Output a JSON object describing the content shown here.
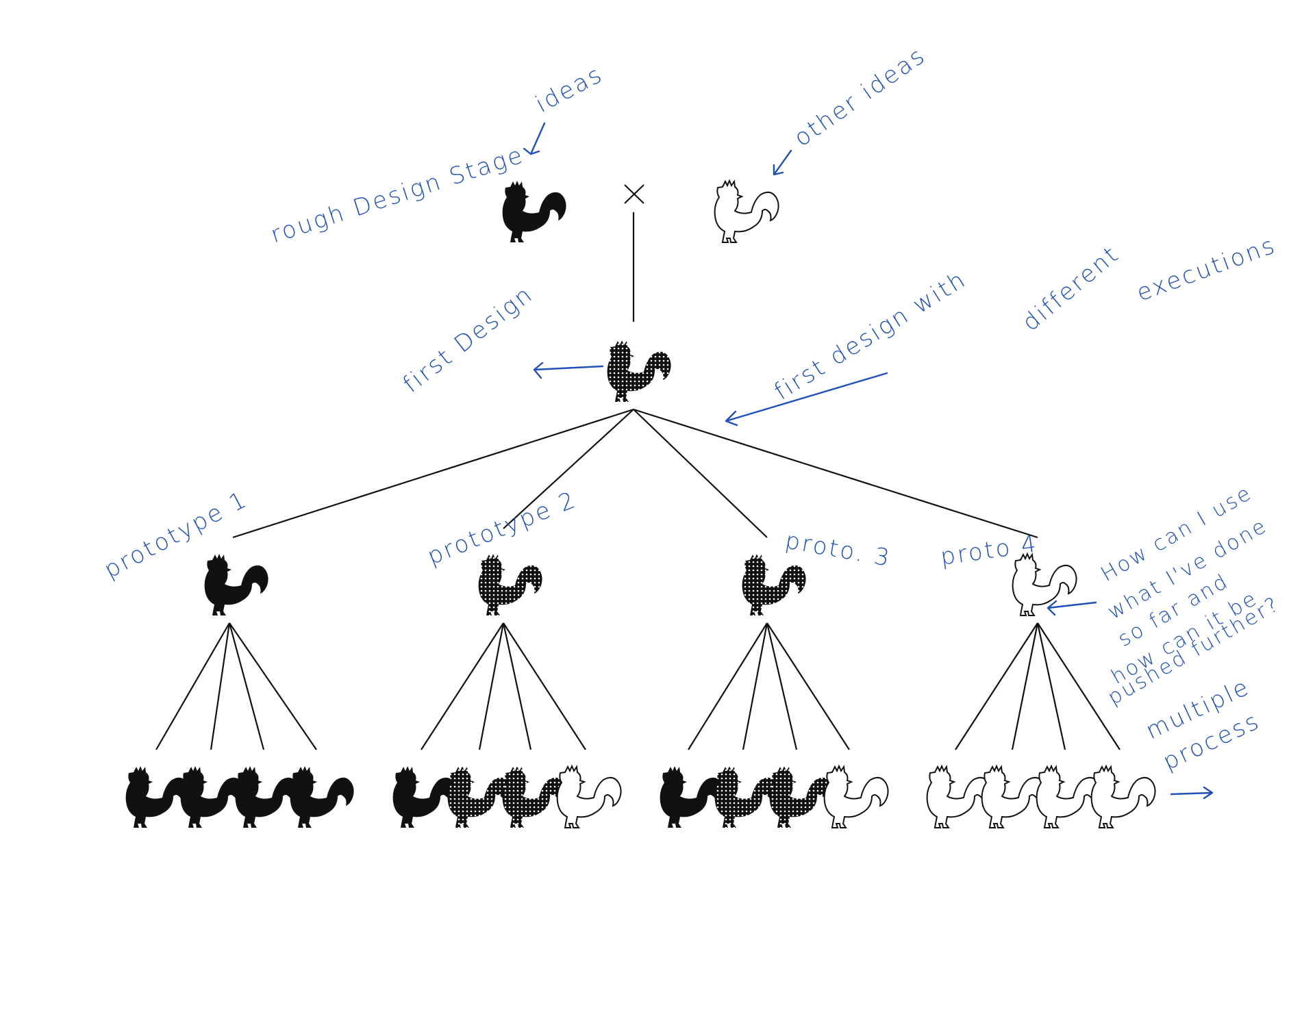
{
  "annotations": {
    "rough_design_stage": "rough Design Stage",
    "ideas": "ideas",
    "other_ideas": "other ideas",
    "first_design": "first Design",
    "first_design_with": "first design with",
    "different": "different",
    "executions": "executions",
    "prototype_1": "prototype 1",
    "prototype_2": "prototype 2",
    "proto_3": "proto. 3",
    "proto_4": "proto 4",
    "how_can_i_use": "How can I use",
    "what_ive_done": "what I've done",
    "so_far_and": "so far and",
    "how_can_it_be": "how can it be",
    "pushed_further": "pushed further?",
    "multiple": "multiple",
    "process": "process"
  },
  "rooster_styles": {
    "black": "#111111",
    "patterned": "#111111",
    "white": "#ffffff"
  }
}
